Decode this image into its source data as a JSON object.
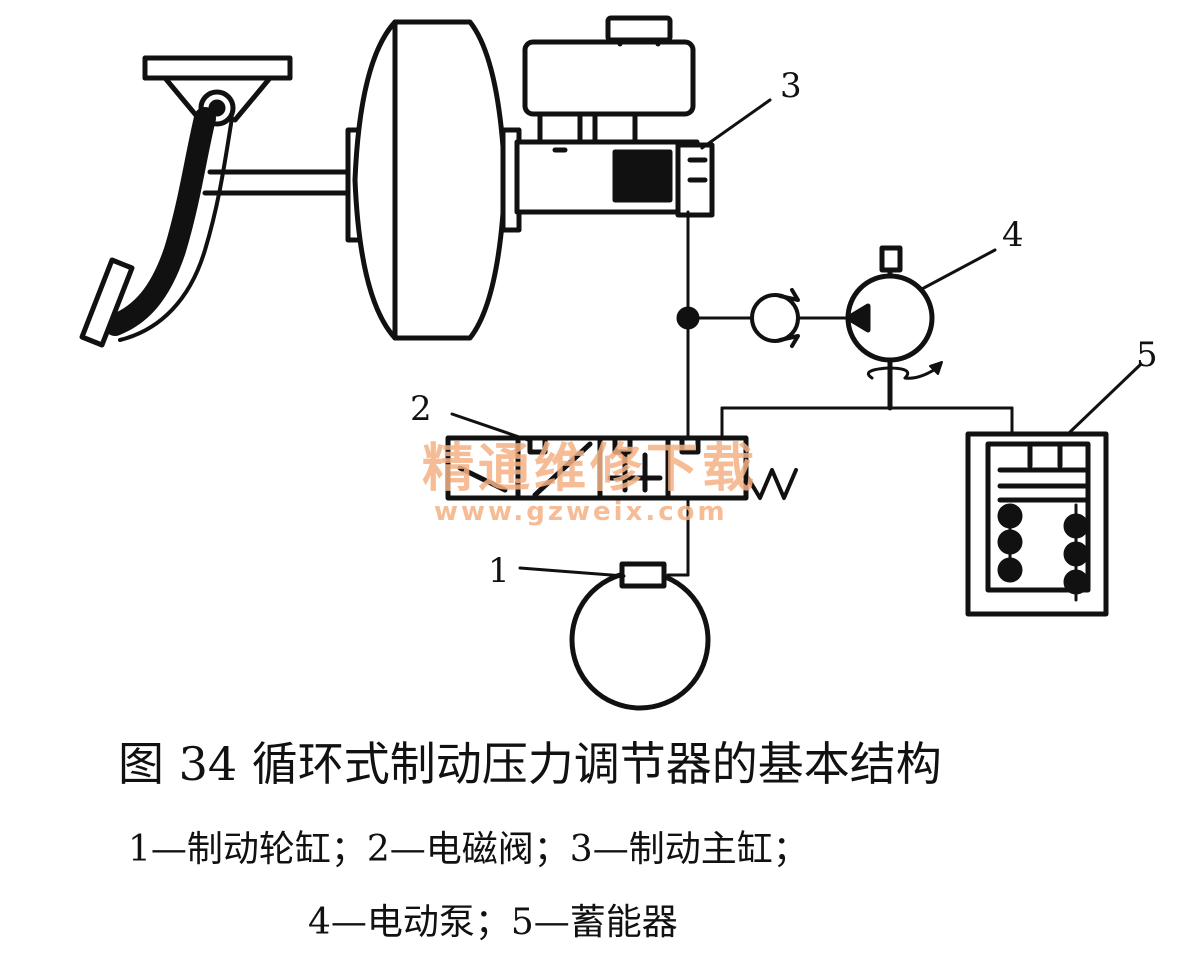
{
  "labels": {
    "n1": "1",
    "n2": "2",
    "n3": "3",
    "n4": "4",
    "n5": "5"
  },
  "watermark": {
    "text": "精通维修下载",
    "url": "www.gzweix.com",
    "color": "#f4b183"
  },
  "caption": {
    "title": "图 34   循环式制动压力调节器的基本结构",
    "line1": "1—制动轮缸；2—电磁阀；3—制动主缸；",
    "line2": "4—电动泵；5—蓄能器"
  }
}
